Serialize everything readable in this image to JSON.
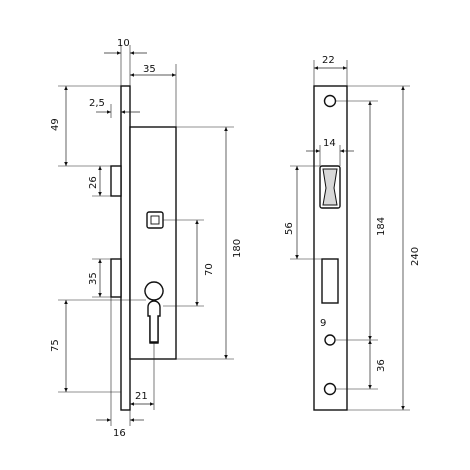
{
  "figure": {
    "lock_body_dimensions": {
      "d_top_width": "10",
      "d_backset": "35",
      "d_offset": "2,5",
      "d_top_to_latch": "49",
      "d_latch": "26",
      "d_bolt": "35",
      "d_bottom_to_cylinder": "75",
      "d_body_height": "180",
      "d_follower_to_cylinder": "70",
      "d_faceplate_bottom": "16",
      "d_cylinder_offset": "21"
    },
    "faceplate_dimensions": {
      "d_plate_width": "22",
      "d_latch_width": "14",
      "d_latch_height": "56",
      "d_screw_spacing": "184",
      "d_plate_height": "240",
      "d_hole_small": "9",
      "d_bottom_spacing": "36"
    }
  },
  "colors": {
    "line": "#111111",
    "background": "#ffffff"
  }
}
